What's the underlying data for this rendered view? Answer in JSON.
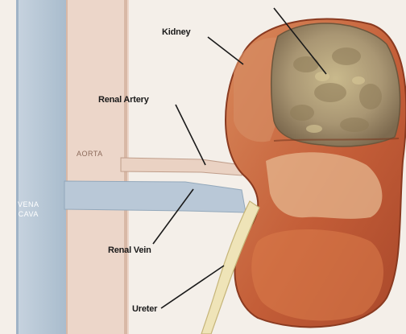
{
  "labels": {
    "kidney": "Kidney",
    "renal_artery": "Renal Artery",
    "aorta": "AORTA",
    "vena_cava_line1": "VENA",
    "vena_cava_line2": "CAVA",
    "renal_vein": "Renal Vein",
    "ureter": "Ureter"
  },
  "colors": {
    "background": "#f4efe9",
    "vena_cava": "#b7c6d6",
    "aorta": "#e9cdbf",
    "kidney_outer": "#c7603a",
    "kidney_inner": "#d9804f",
    "tumor": "#b3a27b",
    "ureter": "#ece2b2",
    "text": "#1a1a1a"
  }
}
